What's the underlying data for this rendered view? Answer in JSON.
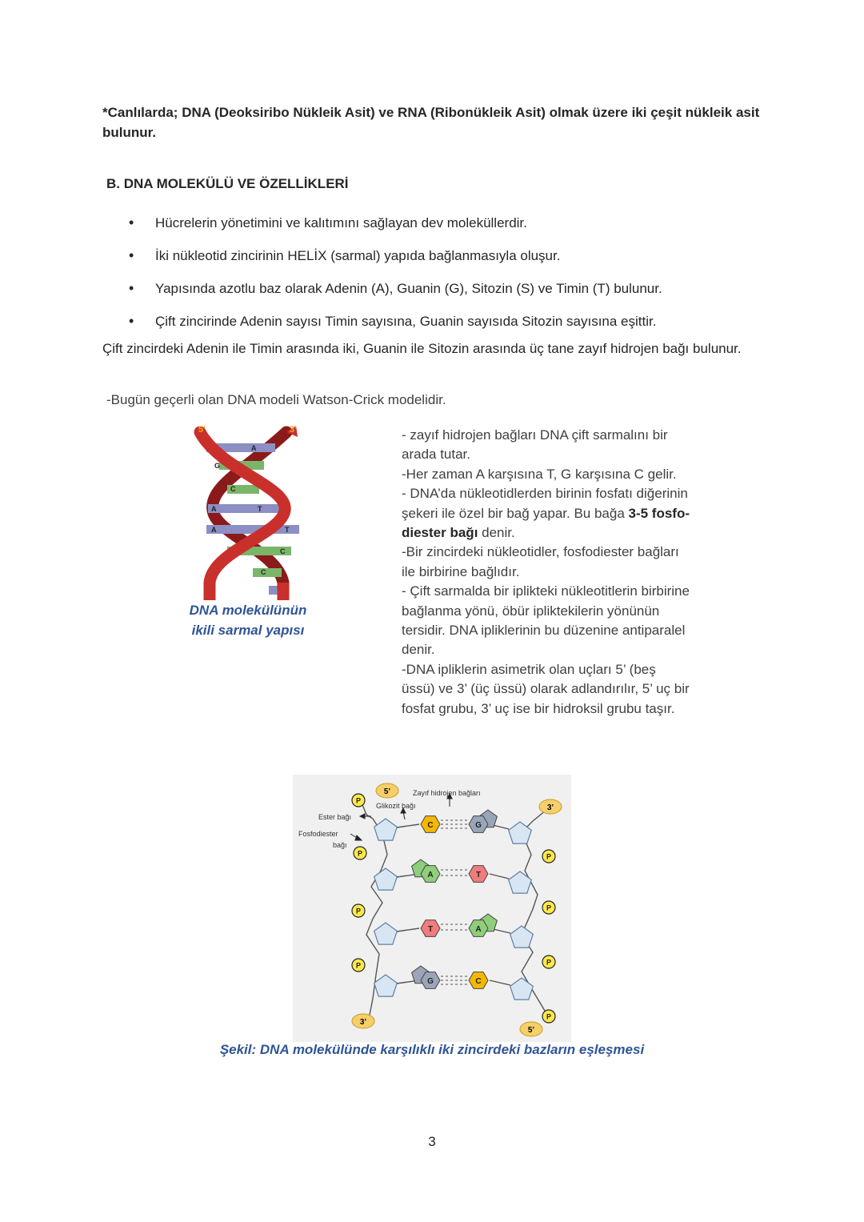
{
  "intro": "*Canlılarda; DNA (Deoksiribo Nükleik Asit) ve RNA (Ribonükleik Asit) olmak üzere iki çeşit nükleik asit bulunur.",
  "heading": "B. DNA MOLEKÜLÜ VE ÖZELLİKLERİ",
  "bullets": [
    "Hücrelerin yönetimini ve kalıtımını sağlayan dev moleküllerdir.",
    "İki nükleotid zincirinin HELİX (sarmal) yapıda bağlanmasıyla oluşur.",
    "Yapısında azotlu baz olarak Adenin (A), Guanin (G), Sitozin (S) ve Timin (T) bulunur.",
    "Çift zincirinde Adenin sayısı Timin sayısına, Guanin sayısıda Sitozin sayısına eşittir."
  ],
  "paragraph": "Çift zincirdeki Adenin ile Timin arasında iki, Guanin ile Sitozin arasında üç tane zayıf hidrojen bağı bulunur.",
  "model_line": "-Bugün geçerli olan DNA modeli Watson-Crick modelidir.",
  "helix_figure": {
    "end_5": "5'",
    "end_3": "3'",
    "caption_line1": "DNA molekülünün",
    "caption_line2": "ikili sarmal yapısı"
  },
  "notes": {
    "n1": "- zayıf hidrojen bağları DNA çift sarmalını bir arada tutar.",
    "n2": "-Her zaman A karşısına T, G karşısına C gelir.",
    "n3_pre": "- DNA’da nükleotidlerden birinin fosfatı diğerinin şekeri ile özel bir bağ yapar. Bu bağa ",
    "n3_bold": "3-5 fosfo-diester bağı",
    "n3_post": " denir.",
    "n4": "-Bir zincirdeki nükleotidler, fosfodiester bağları ile birbirine bağlıdır.",
    "n5": "- Çift sarmalda bir iplikteki nükleotitlerin birbirine bağlanma yönü, öbür ipliktekilerin yönünün tersidir. DNA ipliklerinin bu düzenine antiparalel denir.",
    "n6": "-DNA ipliklerin asimetrik olan uçları 5’ (beş üssü) ve 3’ (üç üssü) olarak adlandırılır, 5’ uç bir fosfat grubu, 3’ uç ise bir hidroksil grubu taşır."
  },
  "pairing_diagram": {
    "labels": {
      "hydrogen": "Zayıf hidrojen bağları",
      "glycosidic": "Glikozit bağı",
      "ester": "Ester bağı",
      "phosphodiester_1": "Fosfodiester",
      "phosphodiester_2": "bağı",
      "phosphate": "P",
      "end_5": "5’",
      "end_3": "3’"
    },
    "pairs": [
      {
        "left": "C",
        "right": "G"
      },
      {
        "left": "A",
        "right": "T"
      },
      {
        "left": "T",
        "right": "A"
      },
      {
        "left": "G",
        "right": "C"
      }
    ],
    "colors": {
      "A": "#8fce7a",
      "T": "#f07c7c",
      "G": "#9aa6b8",
      "C": "#f5b800",
      "sugar": "#d8e6f3",
      "phosphate": "#ffe94a",
      "end": "#f5d06a"
    }
  },
  "figure_caption": "Şekil: DNA molekülünde karşılıklı iki zincirdeki bazların eşleşmesi",
  "page_number": "3"
}
